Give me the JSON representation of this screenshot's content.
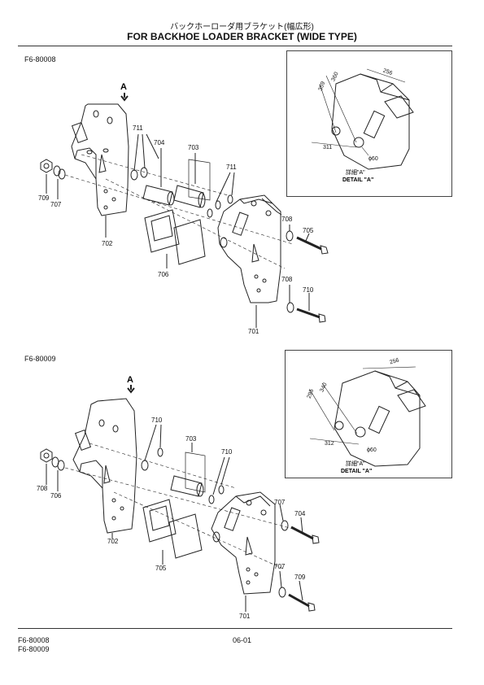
{
  "header": {
    "title_jp": "バックホーローダ用ブラケット(幅広形)",
    "title_en": "FOR BACKHOE LOADER BRACKET (WIDE TYPE)"
  },
  "sections": [
    {
      "id": "F6-80008",
      "arrow_label": "A",
      "parts": {
        "p709": "709",
        "p707": "707",
        "p702": "702",
        "p711a": "711",
        "p704": "704",
        "p703": "703",
        "p711b": "711",
        "p706": "706",
        "p708a": "708",
        "p705": "705",
        "p708b": "708",
        "p710": "710",
        "p701": "701"
      },
      "detail": {
        "dims": {
          "d359": "359",
          "d360": "360",
          "d256": "256",
          "d311": "311",
          "phi": "ϕ60"
        },
        "label_jp": "詳細\"A\"",
        "label_en": "DETAIL \"A\""
      }
    },
    {
      "id": "F6-80009",
      "arrow_label": "A",
      "parts": {
        "p708": "708",
        "p706": "706",
        "p702": "702",
        "p710a": "710",
        "p703": "703",
        "p710b": "710",
        "p705": "705",
        "p707a": "707",
        "p704": "704",
        "p707b": "707",
        "p709": "709",
        "p701": "701"
      },
      "detail": {
        "dims": {
          "d295": "295",
          "d340": "340",
          "d256": "256",
          "d312": "312",
          "phi": "ϕ60"
        },
        "label_jp": "詳細\"A\"",
        "label_en": "DETAIL \"A\""
      }
    }
  ],
  "footer": {
    "ids": [
      "F6-80008",
      "F6-80009"
    ],
    "page": "06-01"
  }
}
